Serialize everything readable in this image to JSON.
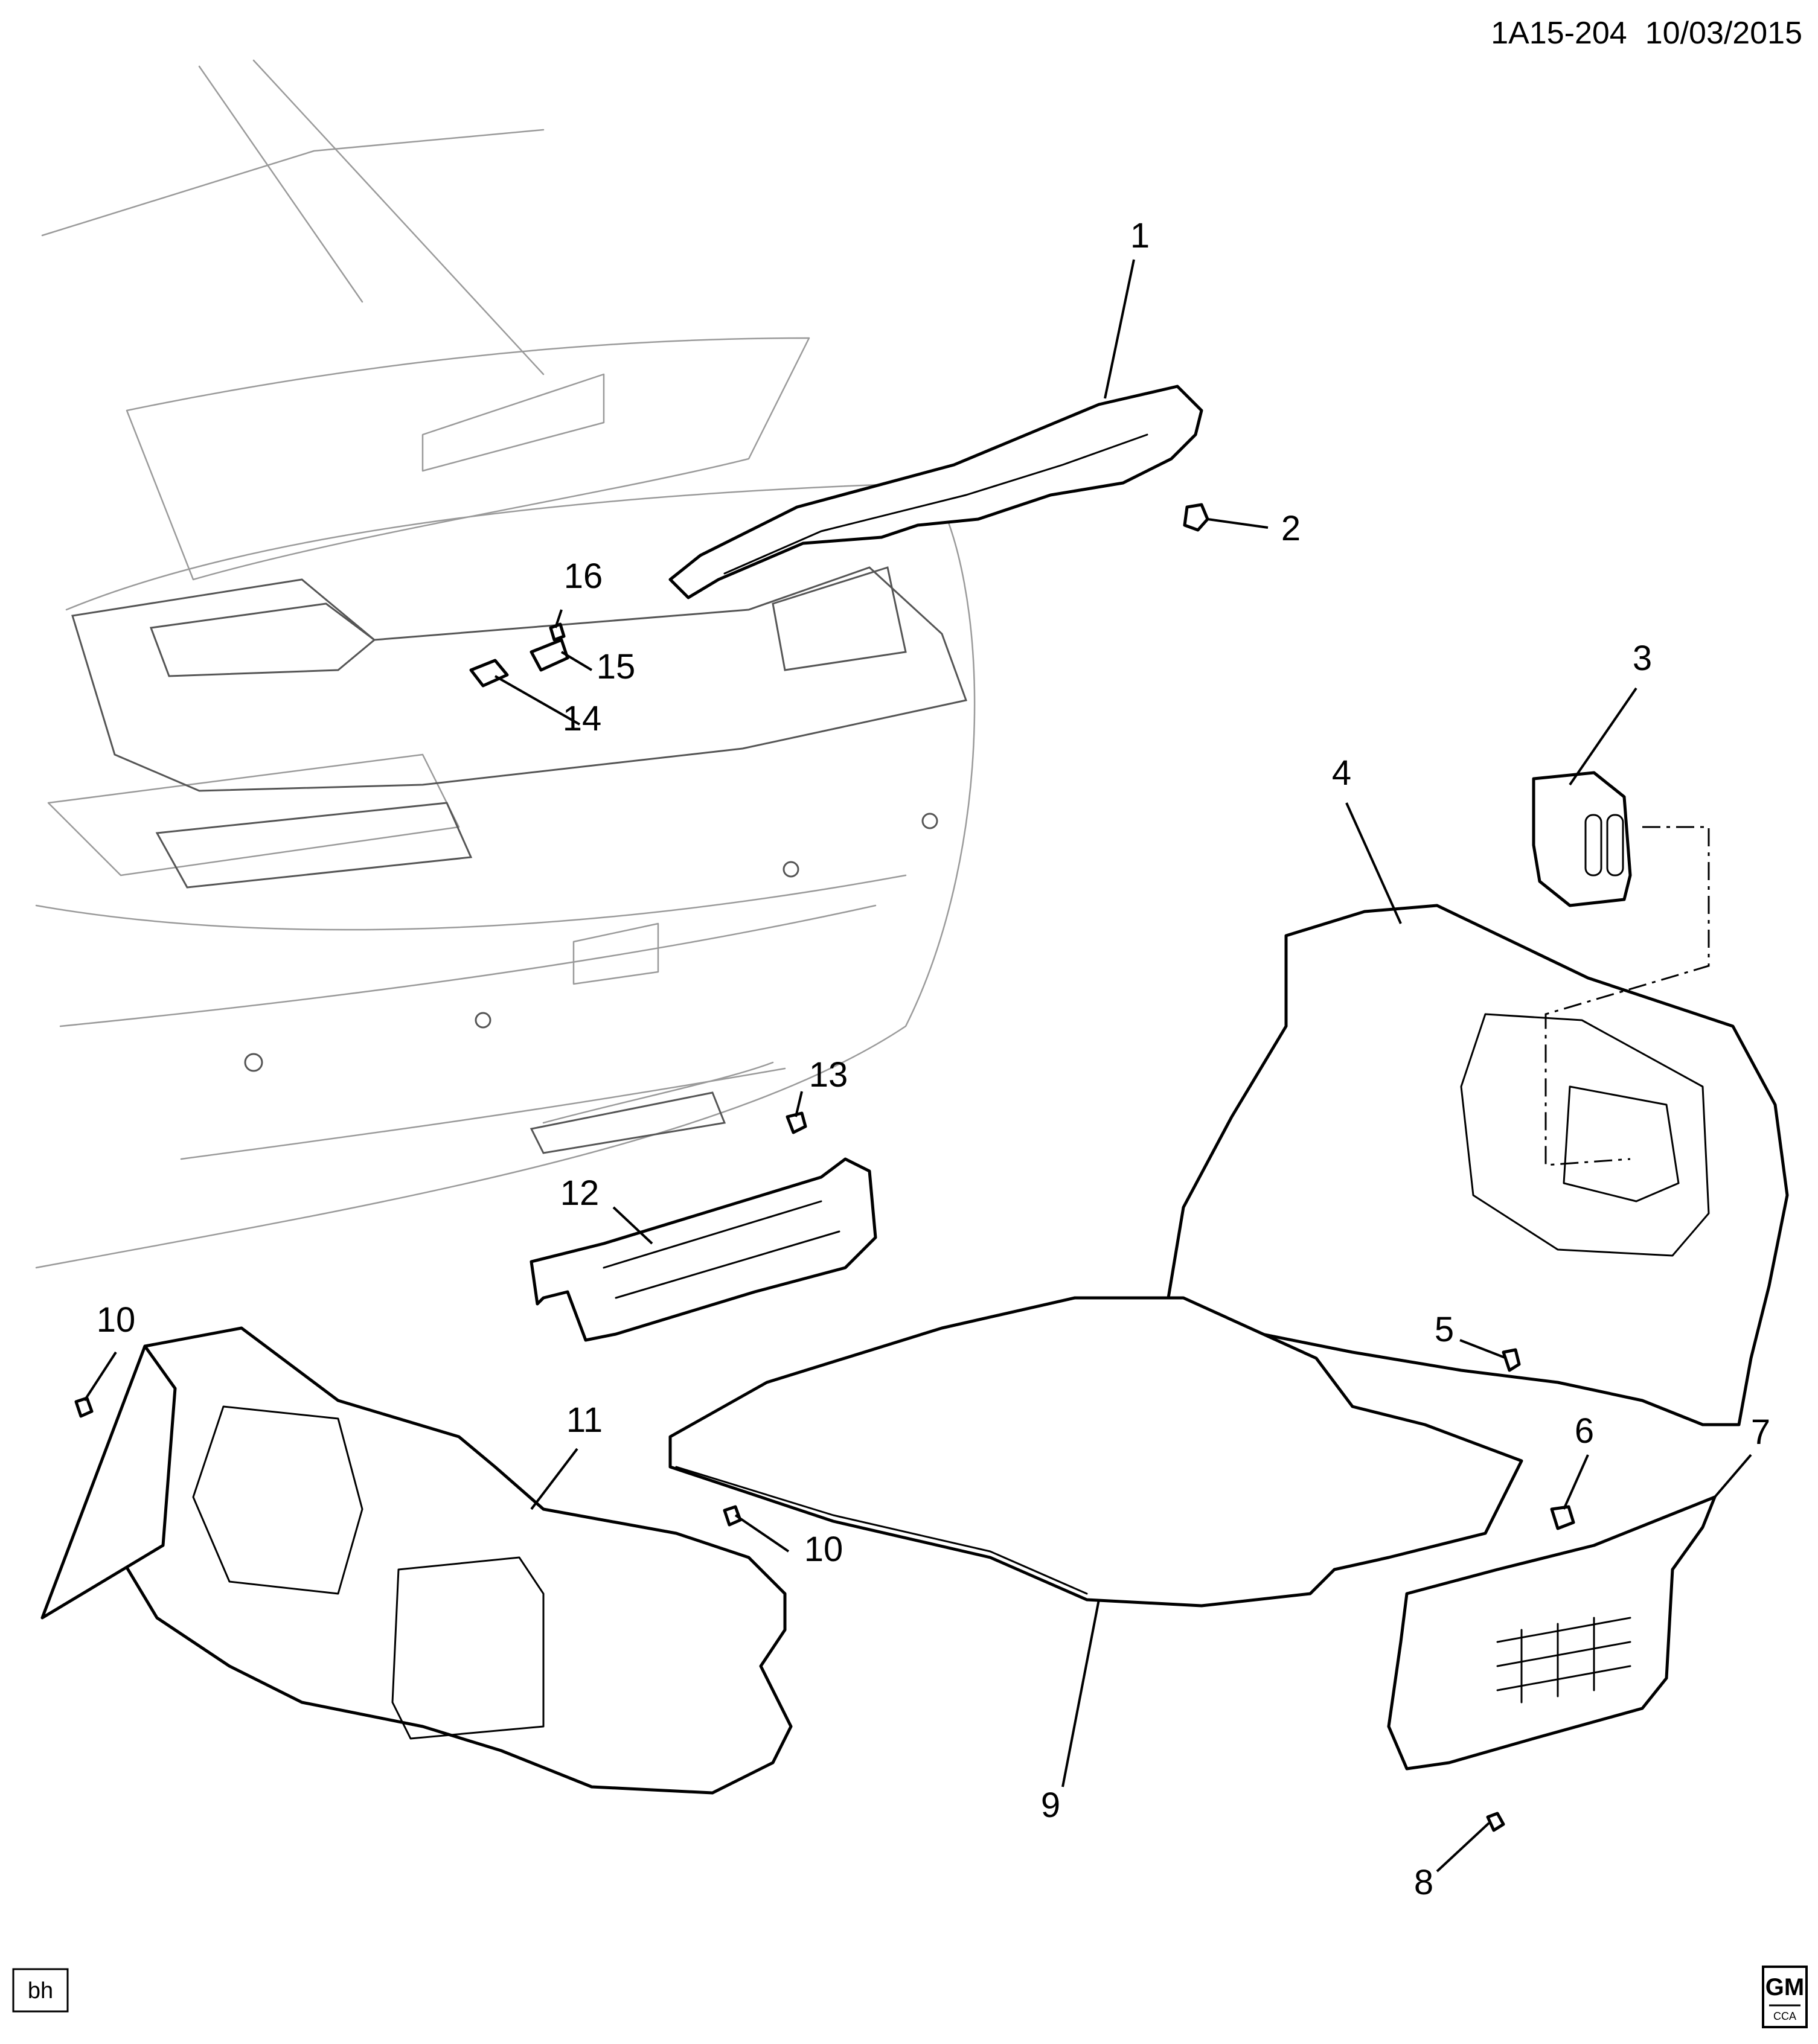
{
  "header": {
    "diagram_id": "1A15-204",
    "date": "10/03/2015"
  },
  "callouts": [
    "1",
    "2",
    "3",
    "4",
    "5",
    "6",
    "7",
    "8",
    "9",
    "10",
    "11",
    "12",
    "13",
    "14",
    "15",
    "16"
  ],
  "footer": {
    "author_badge": "bh",
    "logo_text": "GM",
    "logo_subtext": "CCA"
  },
  "colors": {
    "line": "#000000",
    "background": "#ffffff",
    "vehicle_ghost": "#9a9a9a"
  }
}
